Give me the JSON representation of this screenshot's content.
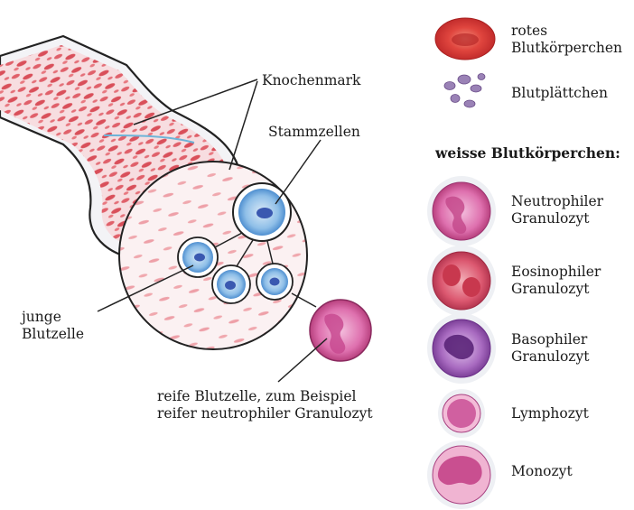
{
  "diagram": {
    "labels": {
      "knochenmark": "Knochenmark",
      "stammzellen": "Stammzellen",
      "junge_blutzelle": "junge\nBlutzelle",
      "reife_blutzelle": "reife Blutzelle, zum Beispiel\nreifer neutrophiler Granulozyt"
    }
  },
  "legend": {
    "rotes": "rotes\nBlutkörperchen",
    "blutplaettchen": "Blutplättchen",
    "weisse_heading": "weisse Blutkörperchen:",
    "neutrophiler": "Neutrophiler\nGranulozyt",
    "eosinophiler": "Eosinophiler\nGranulozyt",
    "basophiler": "Basophiler\nGranulozyt",
    "lymphozyt": "Lymphozyt",
    "monozyt": "Monozyt"
  },
  "colors": {
    "bone_red": "#d9535a",
    "marrow_bg": "#f6dfe2",
    "stem_blue": "#6aa6dc",
    "nucleus_blue": "#3a58b0",
    "rbc_red": "#d43a3a",
    "platelet_purple": "#8e6fa8",
    "neutrophil_pink": "#d95aa0",
    "eosinophil_red": "#d8506a",
    "basophil_purple": "#9a5ab0"
  }
}
